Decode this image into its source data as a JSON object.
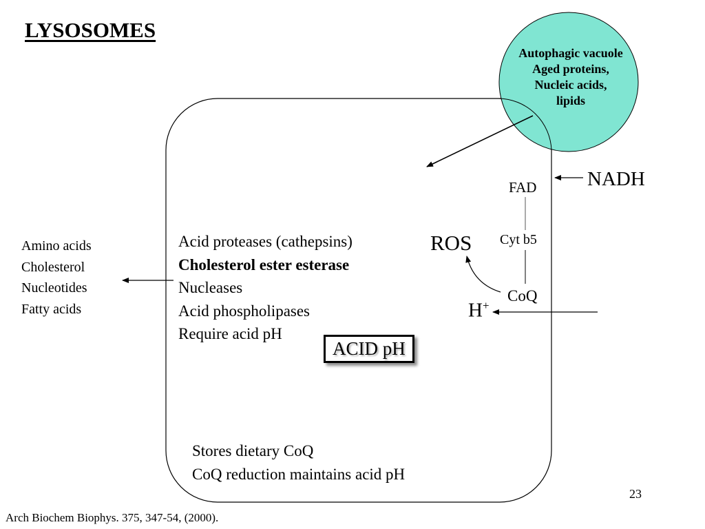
{
  "title": "LYSOSOMES",
  "colors": {
    "vacuole_fill": "#80e5d2",
    "membrane_gray": "#777777"
  },
  "autophagic_vacuole": {
    "lines": [
      "Autophagic vacuole",
      "Aged proteins,",
      "Nucleic acids,",
      "lipids"
    ]
  },
  "products": [
    "Amino acids",
    "Cholesterol",
    "Nucleotides",
    "Fatty acids"
  ],
  "enzymes": [
    {
      "text": "Acid proteases (cathepsins)",
      "bold": false
    },
    {
      "text": "Cholesterol ester esterase",
      "bold": true
    },
    {
      "text": "Nucleases",
      "bold": false
    },
    {
      "text": "Acid phospholipases",
      "bold": false
    },
    {
      "text": "Require acid pH",
      "bold": false
    }
  ],
  "acid_ph_label": "ACID pH",
  "electron_chain": {
    "nadh": "NADH",
    "fad": "FAD",
    "cytb5": "Cyt b5",
    "coq": "CoQ",
    "ros": "ROS",
    "h": "H",
    "h_sup": "+"
  },
  "notes": [
    "Stores dietary CoQ",
    "CoQ reduction maintains acid pH"
  ],
  "page_number": "23",
  "citation": "Arch Biochem Biophys. 375, 347-54, (2000)."
}
